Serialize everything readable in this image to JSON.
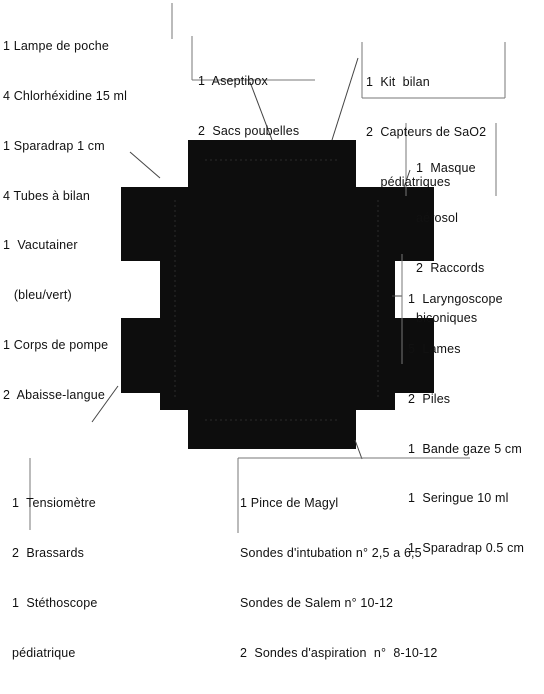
{
  "callouts": {
    "top_left": [
      "1 Lampe de poche",
      "4 Chlorhéxidine 15 ml",
      "1 Sparadrap 1 cm",
      "4 Tubes à bilan",
      "1  Vacutainer",
      "   (bleu/vert)",
      "1 Corps de pompe",
      "2  Abaisse-langue"
    ],
    "top_center": [
      "1  Aseptibox",
      "2  Sacs poubelles"
    ],
    "top_right": [
      "1  Kit  bilan",
      "2  Capteurs de SaO2",
      "    pédiatriques"
    ],
    "right_upper": [
      "1  Masque",
      "aérosol",
      "2  Raccords",
      "biconiques"
    ],
    "right_middle": [
      "1  Laryngoscope",
      "5  Lames",
      "2  Piles",
      "1  Bande gaze 5 cm",
      "1  Seringue 10 ml",
      "1  Sparadrap 0.5 cm"
    ],
    "bottom_left": [
      "1  Tensiomètre",
      "2  Brassards",
      "1  Stéthoscope",
      "pédiatrique"
    ],
    "bottom_center": [
      "1 Pince de Magyl",
      "Sondes d'intubation n° 2,5 a 6,5",
      "Sondes de Salem n° 10-12",
      "2  Sondes d'aspiration  n°  8-10-12"
    ]
  },
  "colors": {
    "bag": "#0d0d0d",
    "leader": "#444444",
    "box_border": "#777777"
  }
}
